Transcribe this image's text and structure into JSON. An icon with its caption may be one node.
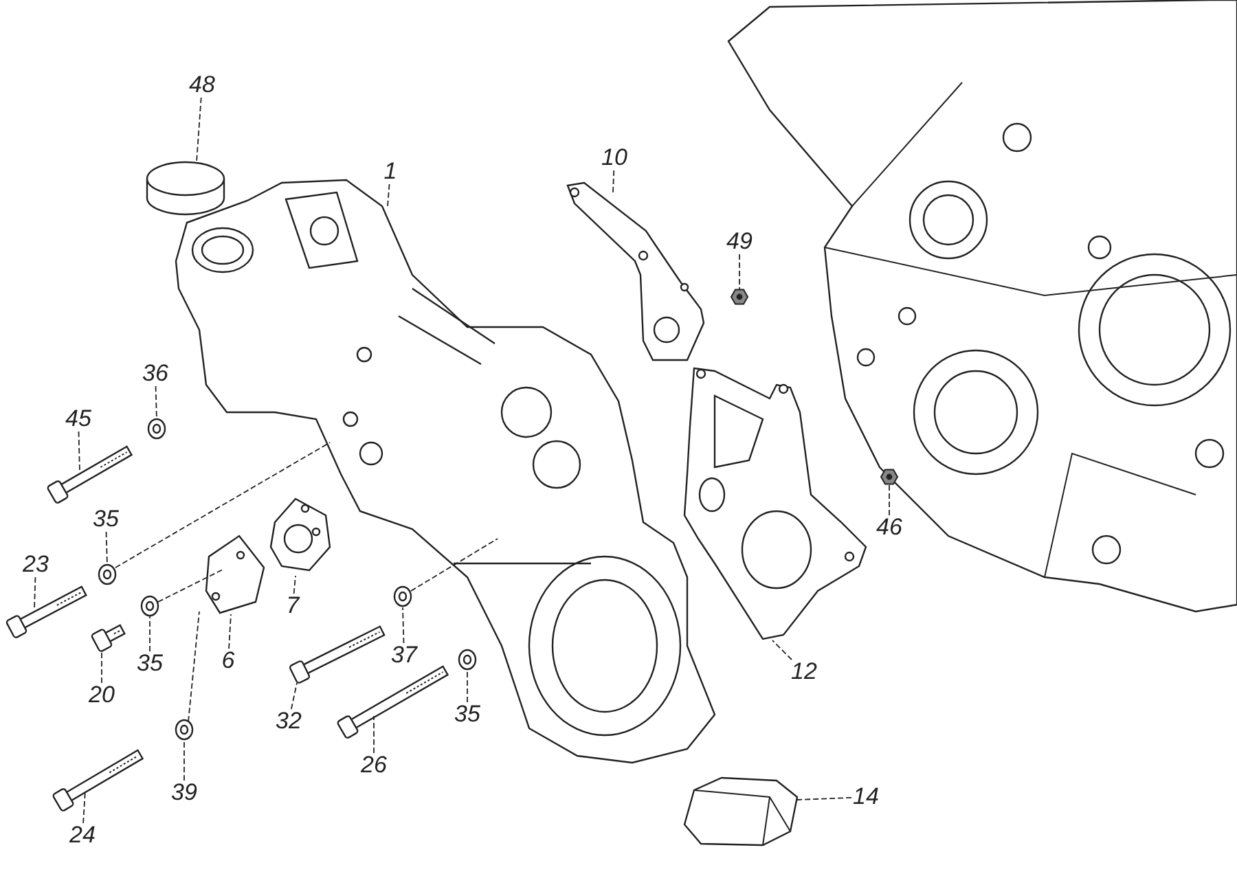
{
  "diagram": {
    "nodes": [
      {
        "text": [
          "48"
        ]
      },
      {
        "text": [],
        "shape": "cylinder"
      },
      {
        "text": [
          "1"
        ]
      },
      {
        "text": [],
        "shape": "picture"
      },
      {
        "text": [
          "10"
        ]
      },
      {
        "text": [],
        "shape": "picture"
      },
      {
        "text": [
          "49"
        ]
      },
      {
        "text": [],
        "shape": "picture"
      },
      {
        "text": [
          "36"
        ]
      },
      {
        "text": [],
        "shape": "picture"
      },
      {
        "text": [
          "45"
        ]
      },
      {
        "text": [],
        "shape": "picture"
      },
      {
        "text": [
          "35"
        ]
      },
      {
        "text": [],
        "shape": "picture"
      },
      {
        "text": [
          "23"
        ]
      },
      {
        "text": [],
        "shape": "picture"
      },
      {
        "text": [
          "46"
        ]
      },
      {
        "text": [],
        "shape": "picture"
      },
      {
        "text": [
          "7"
        ]
      },
      {
        "text": [],
        "shape": "picture"
      },
      {
        "text": [
          "37"
        ]
      },
      {
        "text": [],
        "shape": "picture"
      },
      {
        "text": [
          "6"
        ]
      },
      {
        "text": [],
        "shape": "picture"
      },
      {
        "text": [
          "35"
        ]
      },
      {
        "text": [],
        "shape": "picture"
      },
      {
        "text": [
          "12"
        ]
      },
      {
        "text": [],
        "shape": "picture"
      },
      {
        "text": [
          "20"
        ]
      },
      {
        "text": [],
        "shape": "picture"
      },
      {
        "text": [
          "32"
        ]
      },
      {
        "text": [],
        "shape": "picture"
      },
      {
        "text": [
          "35"
        ]
      },
      {
        "text": [],
        "shape": "picture"
      },
      {
        "text": [
          "26"
        ]
      },
      {
        "text": [],
        "shape": "picture"
      },
      {
        "text": [
          "39"
        ]
      },
      {
        "text": [],
        "shape": "picture"
      },
      {
        "text": [
          "14"
        ]
      },
      {
        "text": [],
        "shape": "picture"
      },
      {
        "text": [
          "24"
        ]
      },
      {
        "text": [],
        "shape": "picture"
      }
    ],
    "edges": [
      {
        "from": 0,
        "to": 1,
        "arrow": "none"
      },
      {
        "from": 2,
        "to": 3,
        "arrow": "none"
      },
      {
        "from": 4,
        "to": 5,
        "arrow": "none"
      },
      {
        "from": 6,
        "to": 7,
        "arrow": "none"
      },
      {
        "from": 8,
        "to": 9,
        "arrow": "none"
      },
      {
        "from": 10,
        "to": 11,
        "arrow": "none"
      },
      {
        "from": 12,
        "to": 13,
        "arrow": "none"
      },
      {
        "from": 14,
        "to": 15,
        "arrow": "none"
      },
      {
        "from": 16,
        "to": 17,
        "arrow": "none"
      },
      {
        "from": 18,
        "to": 19,
        "arrow": "none"
      },
      {
        "from": 20,
        "to": 21,
        "arrow": "none"
      },
      {
        "from": 22,
        "to": 23,
        "arrow": "none"
      },
      {
        "from": 24,
        "to": 25,
        "arrow": "none"
      },
      {
        "from": 26,
        "to": 27,
        "arrow": "none"
      },
      {
        "from": 28,
        "to": 29,
        "arrow": "none"
      },
      {
        "from": 30,
        "to": 31,
        "arrow": "none"
      },
      {
        "from": 32,
        "to": 33,
        "arrow": "none"
      },
      {
        "from": 34,
        "to": 35,
        "arrow": "none"
      },
      {
        "from": 36,
        "to": 37,
        "arrow": "none"
      },
      {
        "from": 38,
        "to": 39,
        "arrow": "none"
      },
      {
        "from": 40,
        "to": 41,
        "arrow": "none"
      },
      {
        "from": 13,
        "to": 3,
        "arrow": "none"
      },
      {
        "from": 25,
        "to": 23,
        "arrow": "none"
      },
      {
        "from": 37,
        "to": 23,
        "arrow": "none"
      },
      {
        "from": 21,
        "to": 3,
        "arrow": "none"
      }
    ]
  }
}
